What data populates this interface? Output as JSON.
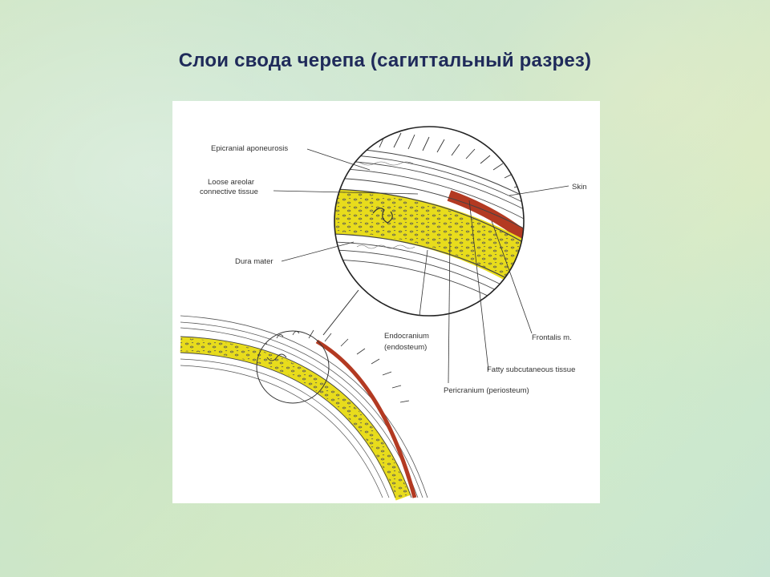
{
  "slide": {
    "title": "Слои  свода черепа (сагиттальный разрез)"
  },
  "diagram": {
    "labels": {
      "epicranial": "Epicranial aponeurosis",
      "loose_1": "Loose areolar",
      "loose_2": "connective tissue",
      "dura": "Dura mater",
      "skin": "Skin",
      "endo_1": "Endocranium",
      "endo_2": "(endosteum)",
      "frontalis": "Frontalis m.",
      "fatty": "Fatty subcutaneous tissue",
      "pericranium": "Pericranium (periosteum)"
    },
    "colors": {
      "bone": "#e8dc1c",
      "muscle": "#b33a22",
      "line": "#333333"
    }
  }
}
